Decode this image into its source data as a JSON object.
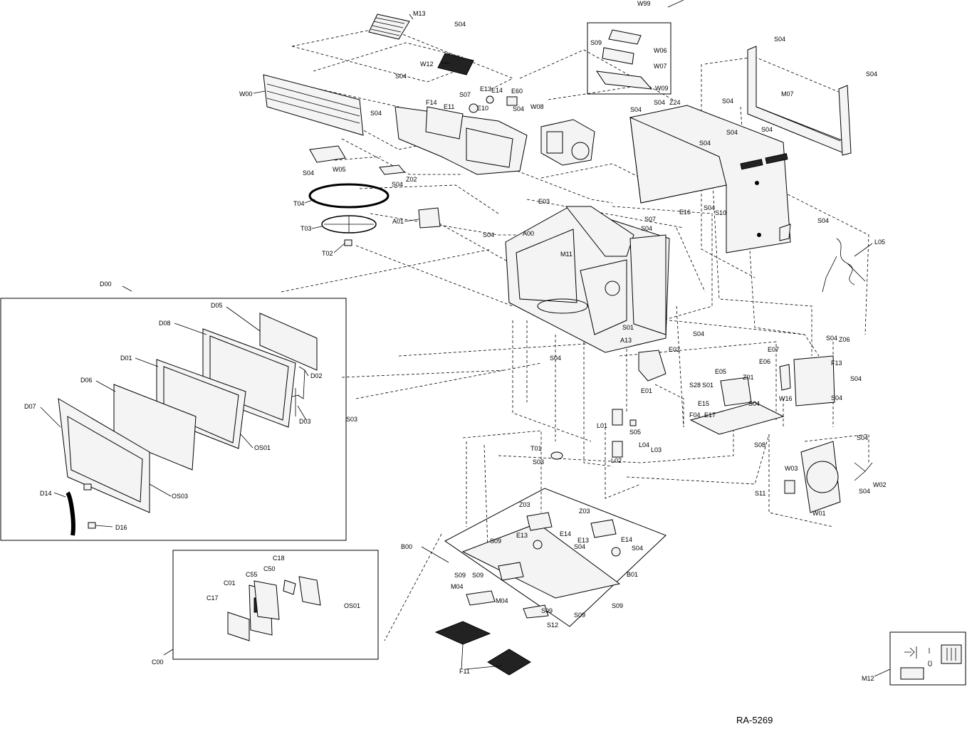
{
  "diagram": {
    "reference_code": "RA-5269",
    "labels": {
      "m13": "M13",
      "w12": "W12",
      "w00": "W00",
      "w05": "W05",
      "t04": "T04",
      "t03": "T03",
      "t02": "T02",
      "a01": "A01",
      "a00": "A00",
      "z02": "Z02",
      "e03": "E03",
      "e13": "E13",
      "e14": "E14",
      "e60": "E60",
      "e11": "E11",
      "e10": "E10",
      "f14": "F14",
      "s07": "S07",
      "w08": "W08",
      "w99": "W99",
      "s09": "S09",
      "w06": "W06",
      "w07": "W07",
      "w09": "W09",
      "z24": "Z24",
      "m07": "M07",
      "s04": "S04",
      "e16": "E16",
      "s10": "S10",
      "l05": "L05",
      "m11": "M11",
      "d00": "D00",
      "d05": "D05",
      "d08": "D08",
      "d01": "D01",
      "d06": "D06",
      "d07": "D07",
      "d02": "D02",
      "d03": "D03",
      "os01": "OS01",
      "os03": "OS03",
      "d14": "D14",
      "d16": "D16",
      "s03": "S03",
      "s01": "S01",
      "a13": "A13",
      "e02": "E02",
      "e01": "E01",
      "s28": "S28",
      "e05": "E05",
      "z01": "Z01",
      "e06": "E06",
      "e07": "E07",
      "z06": "Z06",
      "f13": "F13",
      "e15": "E15",
      "f04": "F04",
      "e17": "E17",
      "w16": "W16",
      "s08": "S08",
      "l01": "L01",
      "s05": "S05",
      "l04": "L04",
      "l03": "L03",
      "l02": "L02",
      "t01": "T01",
      "w03": "W03",
      "w02": "W02",
      "s11": "S11",
      "w01": "W01",
      "c18": "C18",
      "c50": "C50",
      "c55": "C55",
      "c01": "C01",
      "c17": "C17",
      "c00": "C00",
      "b00": "B00",
      "z03": "Z03",
      "b01": "B01",
      "m04": "M04",
      "s12": "S12",
      "f11": "F11",
      "m12": "M12"
    }
  }
}
